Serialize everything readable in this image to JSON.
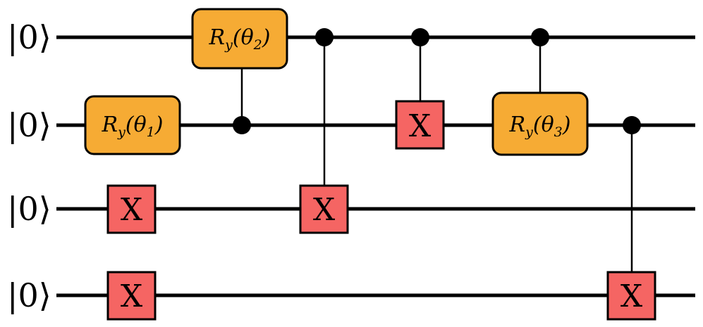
{
  "colors": {
    "wire": "#000000",
    "ry_fill": "#f6ab34",
    "x_fill": "#f56563",
    "gate_stroke": "#000000"
  },
  "qubits": [
    {
      "label": "|0⟩"
    },
    {
      "label": "|0⟩"
    },
    {
      "label": "|0⟩"
    },
    {
      "label": "|0⟩"
    }
  ],
  "gates": [
    {
      "id": "ry1",
      "type": "RY",
      "qubit": 1,
      "label": "R",
      "sub": "y",
      "param": "θ",
      "param_sub": "1"
    },
    {
      "id": "x-q2-a",
      "type": "X",
      "qubit": 2,
      "label": "X"
    },
    {
      "id": "x-q3-a",
      "type": "X",
      "qubit": 3,
      "label": "X"
    },
    {
      "id": "cry2",
      "type": "RY",
      "qubit": 0,
      "control": 1,
      "label": "R",
      "sub": "y",
      "param": "θ",
      "param_sub": "2"
    },
    {
      "id": "cx-0-2",
      "type": "X",
      "qubit": 2,
      "control": 0,
      "label": "X"
    },
    {
      "id": "cx-0-1",
      "type": "X",
      "qubit": 1,
      "control": 0,
      "label": "X"
    },
    {
      "id": "cry3",
      "type": "RY",
      "qubit": 1,
      "control": 0,
      "label": "R",
      "sub": "y",
      "param": "θ",
      "param_sub": "3"
    },
    {
      "id": "cx-1-3",
      "type": "X",
      "qubit": 3,
      "control": 1,
      "label": "X"
    }
  ]
}
